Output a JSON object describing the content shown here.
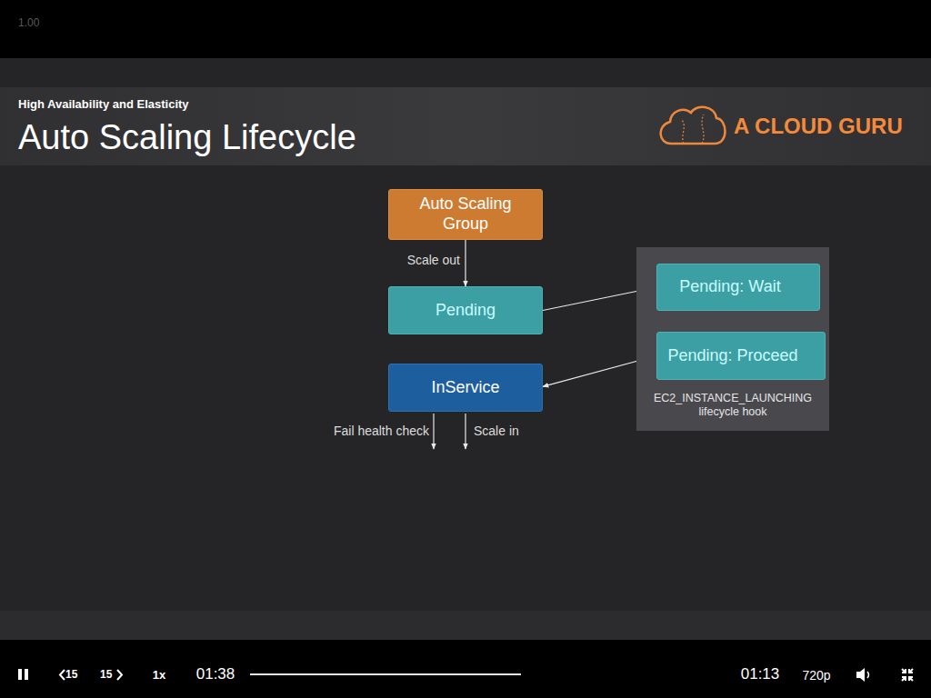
{
  "diagram": {
    "title": "Auto Scaling Lifecycle",
    "nodes": [
      {
        "text": [
          "Auto Scaling Group"
        ]
      },
      {
        "text": [
          "Pending"
        ]
      },
      {
        "text": [
          "EC2_INSTANCE_LAUNCHING lifecycle hook"
        ]
      },
      {
        "text": [
          "Pending: Wait"
        ],
        "in": 2
      },
      {
        "text": [
          "Pending: Proceed"
        ],
        "in": 2
      },
      {
        "text": [
          "InService"
        ]
      }
    ],
    "edges": [
      {
        "from": 0,
        "to": 1,
        "arrow": "to",
        "label": "Scale out"
      },
      {
        "from": 1,
        "to": 3,
        "arrow": "to"
      },
      {
        "from": 3,
        "to": 4,
        "arrow": "to"
      },
      {
        "from": 4,
        "to": 5,
        "arrow": "to"
      }
    ],
    "labels": [
      "1.00",
      "High Availability and Elasticity",
      "A CLOUD GURU",
      "Fail health check",
      "Scale in",
      "15",
      "15",
      "1x",
      "01:38",
      "01:13",
      "720p"
    ]
  }
}
